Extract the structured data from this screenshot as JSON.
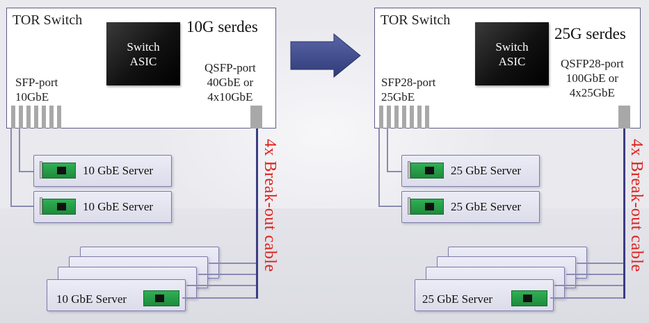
{
  "left": {
    "switch_title": "TOR Switch",
    "asic_line1": "Switch",
    "asic_line2": "ASIC",
    "serdes": "10G serdes",
    "sfp_line1": "SFP-port",
    "sfp_line2": "10GbE",
    "qsfp_line1": "QSFP-port",
    "qsfp_line2": "40GbE or",
    "qsfp_line3": "4x10GbE",
    "server_label": "10 GbE Server",
    "breakout": "4x Break-out cable"
  },
  "right": {
    "switch_title": "TOR Switch",
    "asic_line1": "Switch",
    "asic_line2": "ASIC",
    "serdes": "25G serdes",
    "sfp_line1": "SFP28-port",
    "sfp_line2": "25GbE",
    "qsfp_line1": "QSFP28-port",
    "qsfp_line2": "100GbE or",
    "qsfp_line3": "4x25GbE",
    "server_label": "25 GbE Server",
    "breakout": "4x Break-out cable"
  },
  "colors": {
    "box_border": "#5c5c84",
    "arrow_fill": "#3f4a8a",
    "breakout_text": "#e0201a",
    "nic_green": "#2fb055",
    "asic_black": "#111111"
  }
}
